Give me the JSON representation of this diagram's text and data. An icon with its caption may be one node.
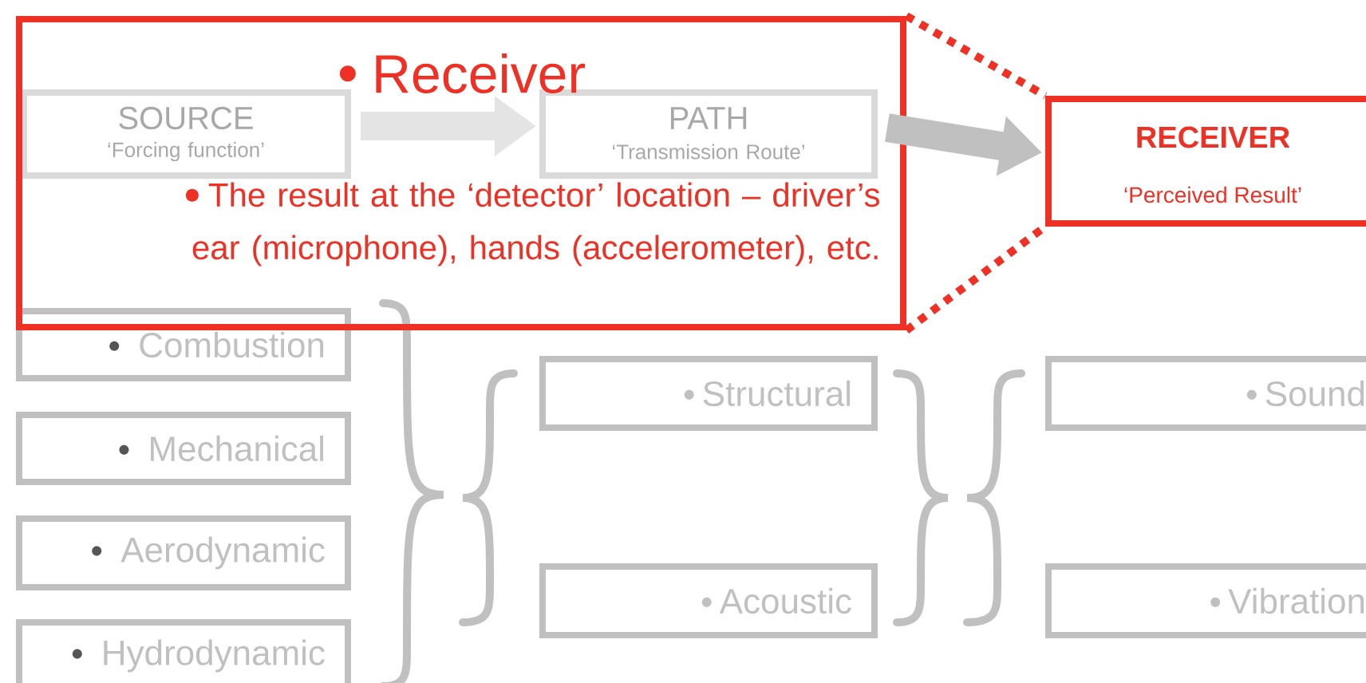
{
  "diagram": {
    "nodes": [
      {
        "text": [
          "Receiver",
          "The result at the ‘detector’ location – driver’s ear (microphone), hands (accelerometer), etc."
        ]
      },
      {
        "text": [
          "SOURCE",
          "‘Forcing function’"
        ],
        "in": 0
      },
      {
        "text": [
          "PATH",
          "‘Transmission Route’"
        ],
        "in": 0
      },
      {
        "text": [
          "RECEIVER",
          "‘Perceived Result’"
        ]
      },
      {
        "text": [
          "Combustion"
        ]
      },
      {
        "text": [
          "Mechanical"
        ]
      },
      {
        "text": [
          "Aerodynamic"
        ]
      },
      {
        "text": [
          "Hydrodynamic"
        ]
      },
      {
        "text": [
          "Structural"
        ]
      },
      {
        "text": [
          "Acoustic"
        ]
      },
      {
        "text": [
          "Sound"
        ]
      },
      {
        "text": [
          "Vibration"
        ]
      }
    ],
    "edges": [
      {
        "from": 1,
        "to": 2,
        "arrow": "to",
        "style": "thick",
        "color": "#e4e4e4"
      },
      {
        "from": 2,
        "to": 3,
        "arrow": "to",
        "style": "thick",
        "color": "#c0c0c0"
      },
      {
        "from": 0,
        "to": 3,
        "arrow": "none",
        "style": "dashed",
        "color": "#ee3124"
      },
      {
        "from": 0,
        "to": 3,
        "arrow": "none",
        "style": "dashed",
        "color": "#ee3124"
      }
    ]
  }
}
